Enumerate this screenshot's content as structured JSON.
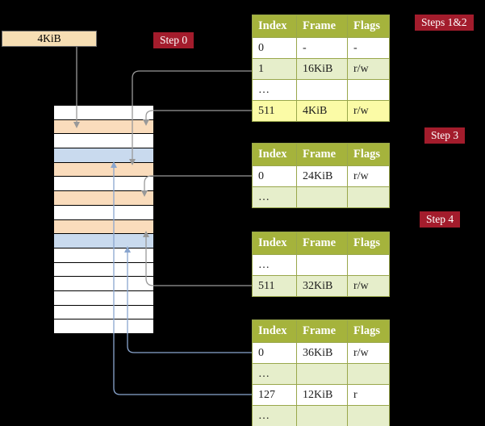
{
  "colors": {
    "background": "#000000",
    "text": "#1c1c1c",
    "badge_bg": "#a31c2c",
    "badge_text": "#ffffff",
    "table_header_bg": "#a5b33c",
    "table_header_text": "#ffffff",
    "table_border": "#99a74b",
    "row_white": "#ffffff",
    "row_alt": "#e6eecb",
    "row_highlight": "#fbfba6",
    "cr3_box_bg": "#f6deb4",
    "frame_table": "#fadcbc",
    "frame_page": "#c9daee",
    "frame_free": "#ffffff",
    "arrow_gray": "#999999",
    "arrow_blue": "#8aa6cf"
  },
  "cr3_box": {
    "label": "4KiB"
  },
  "badges": {
    "step0": "Step 0",
    "steps12": "Steps 1&2",
    "step3": "Step 3",
    "step4": "Step 4"
  },
  "tables": [
    {
      "headers": [
        "Index",
        "Frame",
        "Flags"
      ],
      "rows": [
        {
          "cells": [
            "0",
            "-",
            "-"
          ]
        },
        {
          "cells": [
            "1",
            "16KiB",
            "r/w"
          ]
        },
        {
          "cells": [
            "…",
            "",
            ""
          ]
        },
        {
          "cells": [
            "511",
            "4KiB",
            "r/w"
          ],
          "highlight": true
        }
      ]
    },
    {
      "headers": [
        "Index",
        "Frame",
        "Flags"
      ],
      "rows": [
        {
          "cells": [
            "0",
            "24KiB",
            "r/w"
          ]
        },
        {
          "cells": [
            "…",
            "",
            ""
          ]
        }
      ]
    },
    {
      "headers": [
        "Index",
        "Frame",
        "Flags"
      ],
      "rows": [
        {
          "cells": [
            "…",
            "",
            ""
          ]
        },
        {
          "cells": [
            "511",
            "32KiB",
            "r/w"
          ]
        }
      ]
    },
    {
      "headers": [
        "Index",
        "Frame",
        "Flags"
      ],
      "rows": [
        {
          "cells": [
            "0",
            "36KiB",
            "r/w"
          ]
        },
        {
          "cells": [
            "…",
            "",
            ""
          ]
        },
        {
          "cells": [
            "127",
            "12KiB",
            "r"
          ]
        },
        {
          "cells": [
            "…",
            "",
            ""
          ]
        }
      ]
    }
  ],
  "memory_strip": {
    "frames": [
      "free",
      "page-table",
      "free",
      "page",
      "page-table",
      "free",
      "page-table",
      "free",
      "page-table",
      "page",
      "free",
      "free",
      "free",
      "free",
      "free",
      "free"
    ]
  }
}
